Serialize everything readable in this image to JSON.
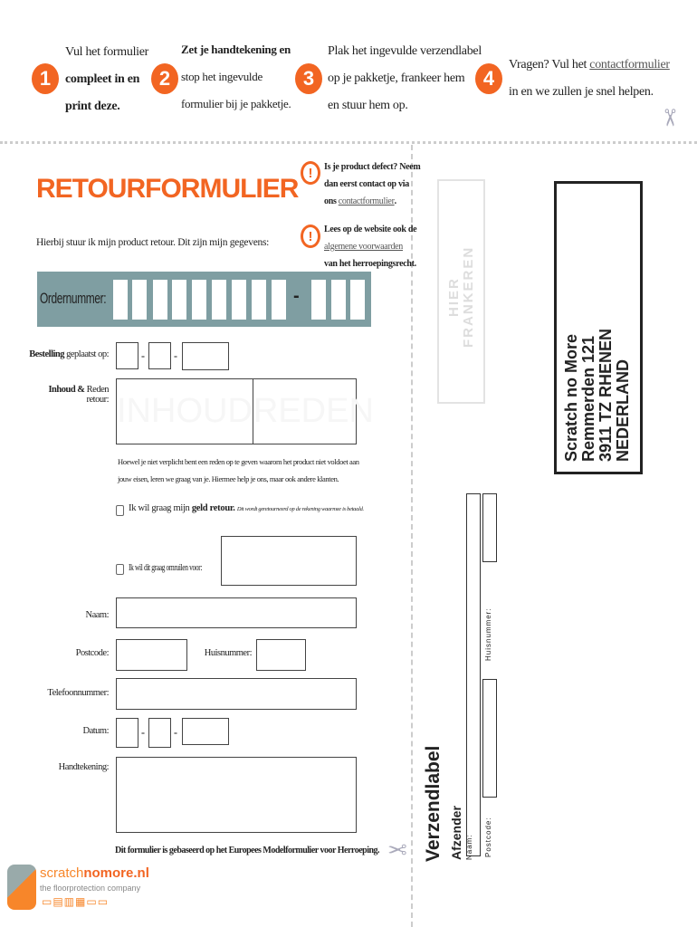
{
  "steps": [
    {
      "number": "1",
      "lines": [
        "Vul het formulier",
        "compleet in en",
        "print deze."
      ]
    },
    {
      "number": "2",
      "lines": [
        "Zet je handtekening en",
        "stop het ingevulde",
        "formulier bij je pakketje."
      ]
    },
    {
      "number": "3",
      "lines": [
        "Plak het ingevulde verzendlabel",
        "op je pakketje, frankeer hem",
        "en stuur hem op."
      ]
    },
    {
      "number": "4",
      "line1_prefix": "Vragen? Vul het ",
      "line1_link": "contactformulier",
      "line2": "in en we zullen je snel helpen."
    }
  ],
  "title": "RETOURFORMULIER",
  "intro": "Hierbij stuur ik mijn product retour. Dit zijn mijn gegevens:",
  "warnings": [
    {
      "icon": "exclamation-icon",
      "line1": "Is je product defect? Neem",
      "line2": "dan eerst contact op via",
      "line3_prefix": "ons ",
      "line3_link": "contactformulier",
      "line3_suffix": "."
    },
    {
      "icon": "exclamation-icon",
      "line1": "Lees op de website ook de",
      "line2_link": "algemene voorwaarden",
      "line3": "van het herroepingsrecht."
    }
  ],
  "order": {
    "label": "Ordernummer:",
    "separator": "-",
    "bar_color": "#7f9ea2"
  },
  "form": {
    "ordered_label_bold": "Bestelling",
    "ordered_label": " geplaatst op:",
    "content_label_bold": "Inhoud &",
    "content_label": " Reden retour:",
    "content_placeholder": "INHOUD",
    "reason_placeholder": "REDEN",
    "reason_note": [
      "Hoewel je niet verplicht bent een reden op te geven waarom het product niet voldoet aan",
      "jouw eisen, leren we graag van je. Hiermee help je ons, maar ook andere klanten."
    ],
    "refund_prefix": "Ik wil graag mijn ",
    "refund_bold": "geld retour.",
    "refund_note": "Dit wordt geretourneerd op de rekening waarmee is betaald.",
    "exchange_label": "Ik wil dit graag omruilen voor:",
    "name_label": "Naam:",
    "postcode_label": "Postcode:",
    "house_label": "Huisnummer:",
    "phone_label": "Telefoonnummer:",
    "date_label": "Datum:",
    "signature_label": "Handtekening:",
    "date_sep": "-",
    "footer": "Dit formulier is gebaseerd op het Europees Modelformulier voor Herroeping."
  },
  "logo": {
    "brand_a": "scratch",
    "brand_b": "nomore.nl",
    "tagline": "the floorprotection company"
  },
  "label": {
    "stamp": [
      "HIER",
      "FRANKEREN"
    ],
    "title": "Verzendlabel",
    "sender": "Afzender",
    "name": "Naam:",
    "house": "Huisnummer:",
    "postcode": "Postcode:",
    "address": [
      "Scratch no More",
      "Remmerden 121",
      "3911 TZ RHENEN",
      "NEDERLAND"
    ]
  },
  "colors": {
    "accent": "#f26522"
  }
}
